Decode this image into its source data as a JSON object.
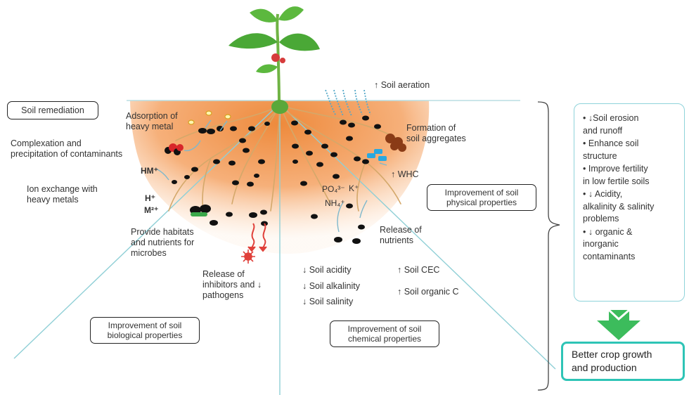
{
  "labels": {
    "soil_aeration": "↑ Soil aeration",
    "adsorption": "Adsorption of\nheavy metal",
    "complexation": "Complexation and\nprecipitation of contaminants",
    "ion_exchange": "Ion exchange with\nheavy metals",
    "habitats": "Provide habitats\nand nutrients for\nmicrobes",
    "inhibitors": "Release of\ninhibitors and ↓\npathogens",
    "aggregates": "Formation of\nsoil aggregates",
    "whc": "↑ WHC",
    "release_nutrients": "Release of\nnutrients",
    "soil_acidity": "↓ Soil acidity",
    "soil_alkalinity": "↓ Soil alkalinity",
    "soil_salinity": "↓ Soil salinity",
    "soil_cec": "↑ Soil CEC",
    "soil_organic_c": "↑ Soil organic C"
  },
  "ions": {
    "hm": "HM⁺",
    "h": "H⁺",
    "m": "M²⁺",
    "po4": "PO₄³⁻",
    "k": "K⁺",
    "nh4": "NH₄⁺"
  },
  "boxes": {
    "soil_remediation": "Soil remediation",
    "physical": "Improvement of soil\nphysical properties",
    "biological": "Improvement of soil\nbiological properties",
    "chemical": "Improvement of soil\nchemical properties"
  },
  "benefits": {
    "items": [
      "•  ↓Soil erosion\nand runoff",
      "•  Enhance soil\nstructure",
      "•  Improve fertility\nin low fertile soils",
      "•  ↓ Acidity,\nalkalinity & salinity\nproblems",
      "•  ↓ organic &\ninorganic\ncontaminants"
    ]
  },
  "result": "Better crop growth\nand production",
  "colors": {
    "soil": "#f3a56a",
    "leaf": "#4aa836",
    "accent": "#2ec4b6",
    "line": "#8fcfd6"
  }
}
